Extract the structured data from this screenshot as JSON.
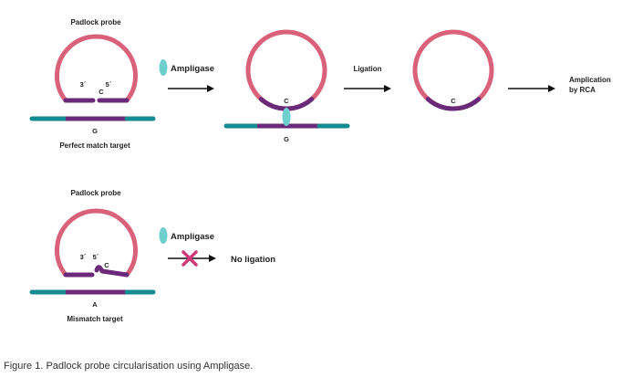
{
  "colors": {
    "probe": "#d9617a",
    "arm": "#6b2a79",
    "target": "#148a91",
    "ligase": "#6ecfcf",
    "arrow": "#111111",
    "cross": "#d23a7a"
  },
  "row1": {
    "probe_label": "Padlock probe",
    "end3": "3´",
    "end5": "5´",
    "probe_base": "C",
    "target_base": "G",
    "target_label": "Perfect match target",
    "enzyme_label": "Ampligase",
    "ligated_probe_base": "C",
    "ligated_target_base": "G",
    "step_label": "Ligation",
    "circle_base": "C",
    "final_label_line1": "Amplication",
    "final_label_line2": "by RCA"
  },
  "row2": {
    "probe_label": "Padlock probe",
    "end3": "3´",
    "end5": "5´",
    "probe_base": "C",
    "target_base": "A",
    "target_label": "Mismatch target",
    "enzyme_label": "Ampligase",
    "result_label": "No ligation"
  },
  "caption": "Figure 1. Padlock probe circularisation using Ampligase."
}
